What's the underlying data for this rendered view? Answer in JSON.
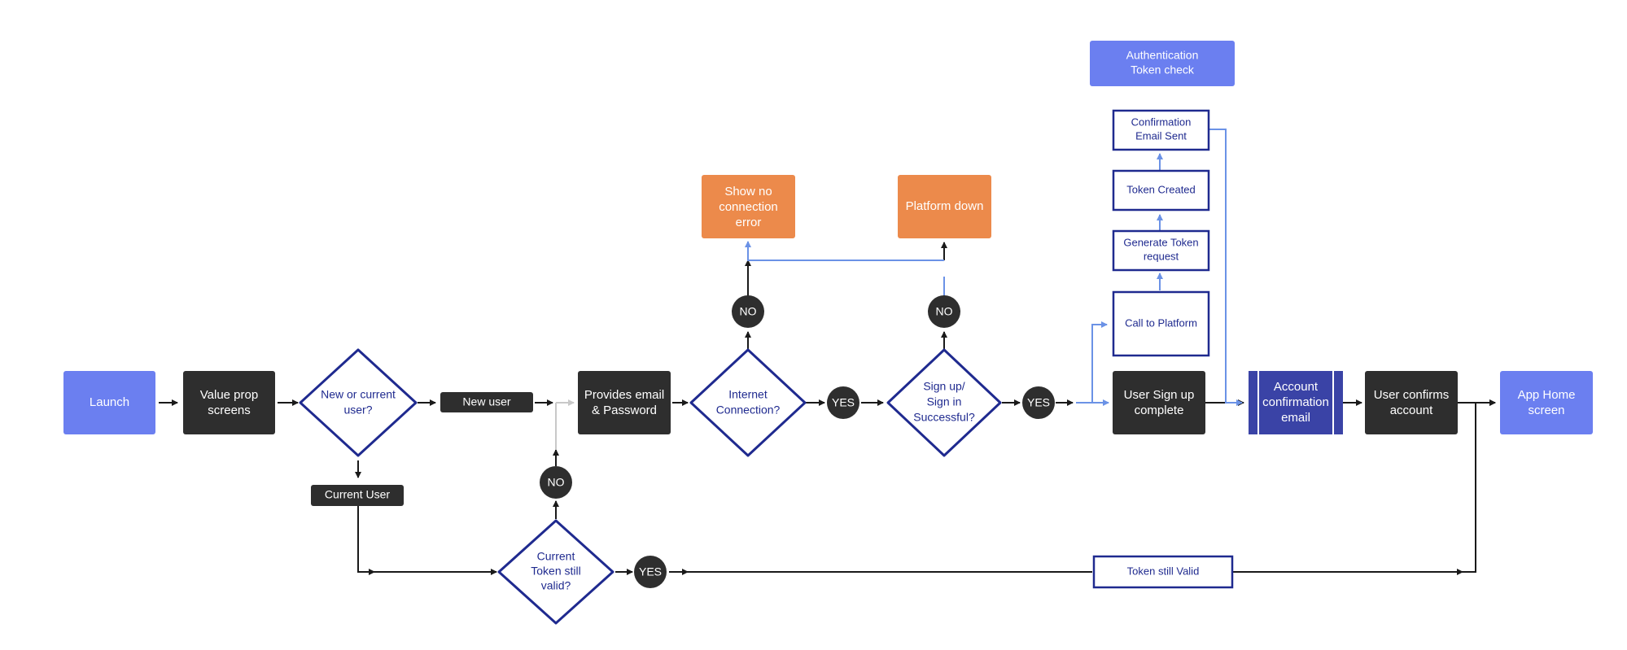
{
  "colors": {
    "start_blue": "#6b7ff0",
    "dark_box": "#2e2e2e",
    "decision_stroke": "#1f2a8f",
    "decision_text": "#1f2a8f",
    "error_orange": "#ec8a4b",
    "account_box": "#3a43a6",
    "token_blue": "#6b92e6",
    "token_text": "#1f2a8f",
    "arrow_black": "#1a1a1a",
    "arrow_grey": "#c8c8c8",
    "arrow_blue": "#6b92e6"
  },
  "nodes": {
    "launch": {
      "label": "Launch"
    },
    "value_prop": {
      "label_1": "Value prop",
      "label_2": "screens"
    },
    "new_or_current": {
      "label_1": "New or current",
      "label_2": "user?"
    },
    "new_user": {
      "label": "New user"
    },
    "current_user": {
      "label": "Current User"
    },
    "provides_email": {
      "label_1": "Provides email",
      "label_2": "& Password"
    },
    "internet": {
      "label_1": "Internet",
      "label_2": "Connection?"
    },
    "yes_1": {
      "label": "YES"
    },
    "signup_success": {
      "label_1": "Sign up/",
      "label_2": "Sign in",
      "label_3": "Successful?"
    },
    "yes_2": {
      "label": "YES"
    },
    "signup_complete": {
      "label_1": "User Sign up",
      "label_2": "complete"
    },
    "account_email": {
      "label_1": "Account",
      "label_2": "confirmation",
      "label_3": "email"
    },
    "user_confirms": {
      "label_1": "User confirms",
      "label_2": "account"
    },
    "app_home": {
      "label_1": "App Home",
      "label_2": "screen"
    },
    "no_internet": {
      "label": "NO"
    },
    "no_signup": {
      "label": "NO"
    },
    "no_connection_error": {
      "label_1": "Show no",
      "label_2": "connection",
      "label_3": "error"
    },
    "platform_down": {
      "label": "Platform down"
    },
    "call_platform": {
      "label": "Call to Platform"
    },
    "generate_token": {
      "label_1": "Generate Token",
      "label_2": "request"
    },
    "token_created": {
      "label": "Token Created"
    },
    "confirmation_sent": {
      "label_1": "Confirmation",
      "label_2": "Email Sent"
    },
    "auth_token_check": {
      "label_1": "Authentication",
      "label_2": "Token check"
    },
    "token_still_valid_q": {
      "label_1": "Current",
      "label_2": "Token still",
      "label_3": "valid?"
    },
    "no_token": {
      "label": "NO"
    },
    "yes_token": {
      "label": "YES"
    },
    "token_still_valid": {
      "label": "Token still Valid"
    }
  }
}
